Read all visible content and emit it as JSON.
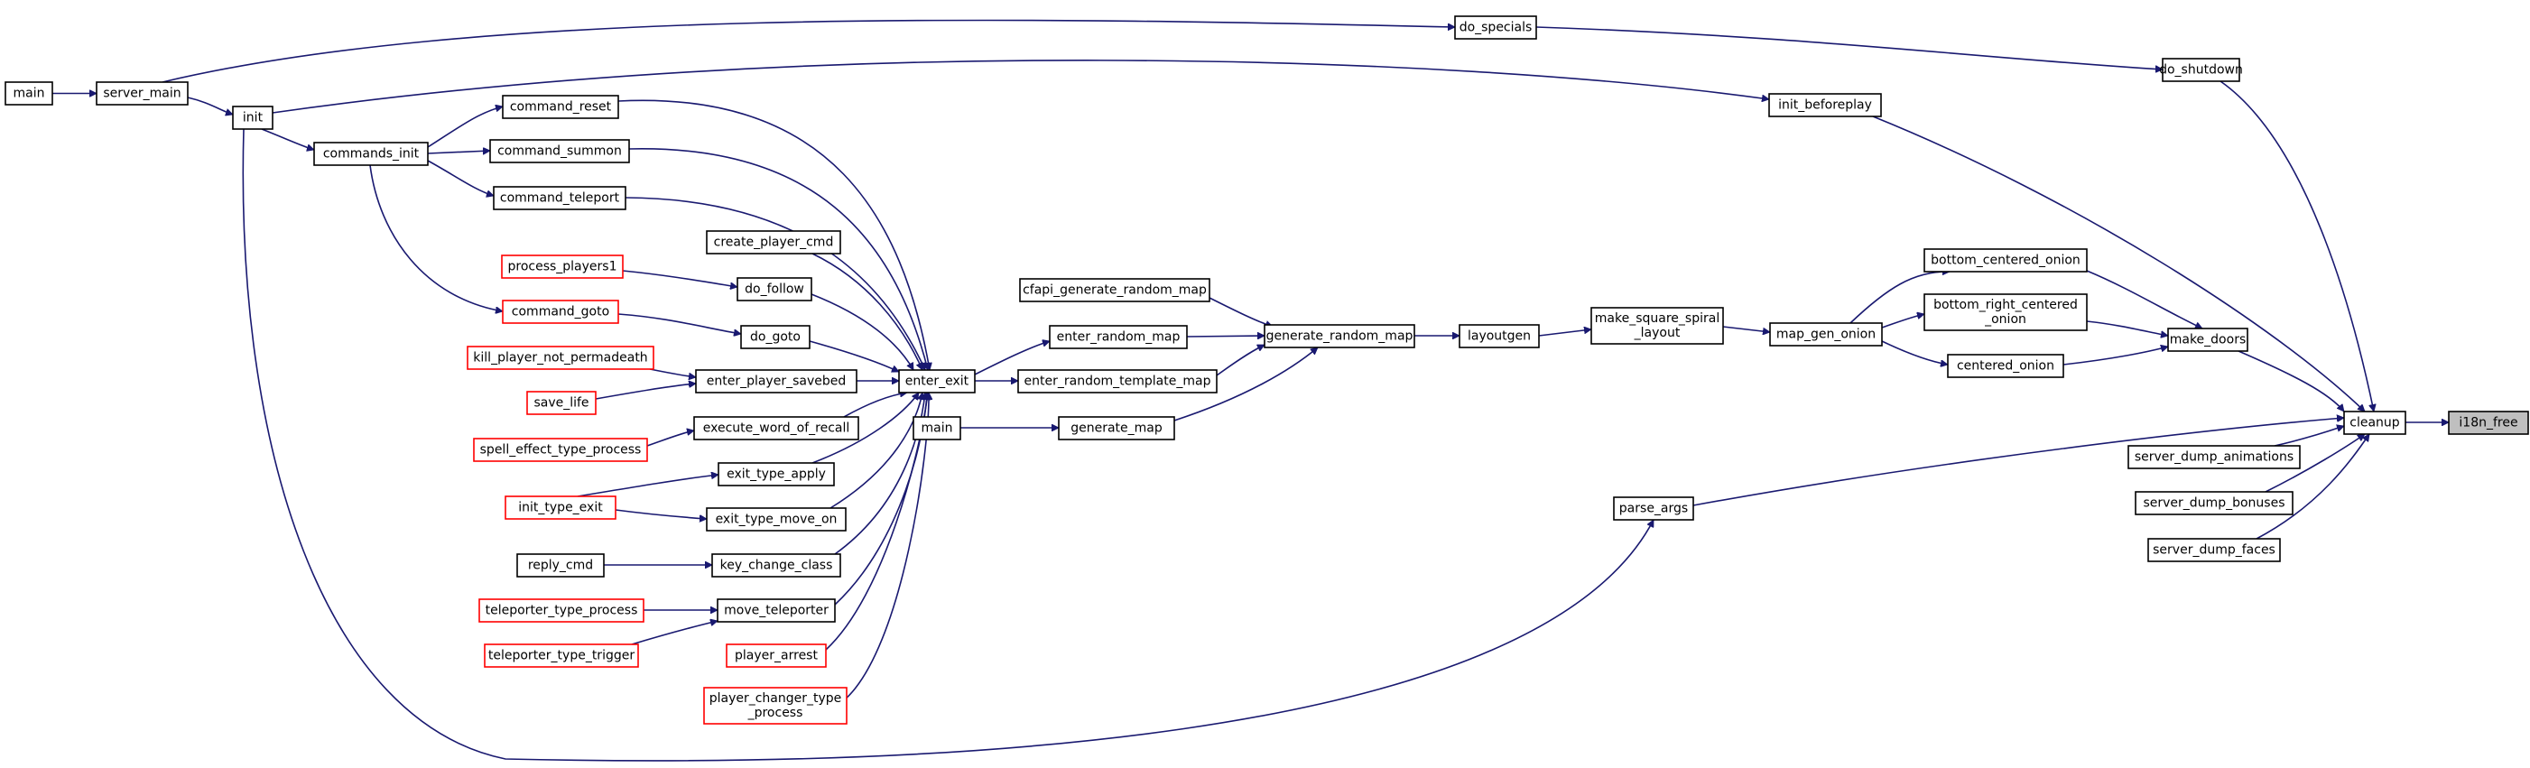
{
  "graph": {
    "title": "",
    "focus_node": "i18n_free",
    "colors": {
      "edge": "#191970",
      "box_border": "#000000",
      "truncated_border": "#ff0000",
      "focus_fill": "#bfbfbf"
    },
    "nodes": [
      {
        "id": "i18n_free",
        "label": "i18n_free",
        "style": "focus"
      },
      {
        "id": "cleanup",
        "label": "cleanup",
        "style": "normal"
      },
      {
        "id": "do_shutdown",
        "label": "do_shutdown",
        "style": "normal"
      },
      {
        "id": "do_specials",
        "label": "do_specials",
        "style": "normal"
      },
      {
        "id": "server_main",
        "label": "server_main",
        "style": "normal"
      },
      {
        "id": "main1",
        "label": "main",
        "style": "normal"
      },
      {
        "id": "init",
        "label": "init",
        "style": "normal"
      },
      {
        "id": "init_beforeplay",
        "label": "init_beforeplay",
        "style": "normal"
      },
      {
        "id": "make_doors",
        "label": "make_doors",
        "style": "normal"
      },
      {
        "id": "bottom_centered_onion",
        "label": "bottom_centered_onion",
        "style": "normal"
      },
      {
        "id": "bottom_right_centered_onion",
        "label": "bottom_right_centered\n_onion",
        "style": "normal"
      },
      {
        "id": "centered_onion",
        "label": "centered_onion",
        "style": "normal"
      },
      {
        "id": "map_gen_onion",
        "label": "map_gen_onion",
        "style": "normal"
      },
      {
        "id": "make_square_spiral_layout",
        "label": "make_square_spiral\n_layout",
        "style": "normal"
      },
      {
        "id": "layoutgen",
        "label": "layoutgen",
        "style": "normal"
      },
      {
        "id": "generate_random_map",
        "label": "generate_random_map",
        "style": "normal"
      },
      {
        "id": "cfapi_generate_random_map",
        "label": "cfapi_generate_random_map",
        "style": "normal"
      },
      {
        "id": "enter_random_map",
        "label": "enter_random_map",
        "style": "normal"
      },
      {
        "id": "enter_random_template_map",
        "label": "enter_random_template_map",
        "style": "normal"
      },
      {
        "id": "generate_map",
        "label": "generate_map",
        "style": "normal"
      },
      {
        "id": "main2",
        "label": "main",
        "style": "normal"
      },
      {
        "id": "enter_exit",
        "label": "enter_exit",
        "style": "normal"
      },
      {
        "id": "commands_init",
        "label": "commands_init",
        "style": "normal"
      },
      {
        "id": "command_reset",
        "label": "command_reset",
        "style": "normal"
      },
      {
        "id": "command_summon",
        "label": "command_summon",
        "style": "normal"
      },
      {
        "id": "command_teleport",
        "label": "command_teleport",
        "style": "normal"
      },
      {
        "id": "command_goto",
        "label": "command_goto",
        "style": "red"
      },
      {
        "id": "process_players1",
        "label": "process_players1",
        "style": "red"
      },
      {
        "id": "create_player_cmd",
        "label": "create_player_cmd",
        "style": "normal"
      },
      {
        "id": "do_follow",
        "label": "do_follow",
        "style": "normal"
      },
      {
        "id": "do_goto",
        "label": "do_goto",
        "style": "normal"
      },
      {
        "id": "kill_player_not_permadeath",
        "label": "kill_player_not_permadeath",
        "style": "red"
      },
      {
        "id": "enter_player_savebed",
        "label": "enter_player_savebed",
        "style": "normal"
      },
      {
        "id": "save_life",
        "label": "save_life",
        "style": "red"
      },
      {
        "id": "spell_effect_type_process",
        "label": "spell_effect_type_process",
        "style": "red"
      },
      {
        "id": "execute_word_of_recall",
        "label": "execute_word_of_recall",
        "style": "normal"
      },
      {
        "id": "exit_type_apply",
        "label": "exit_type_apply",
        "style": "normal"
      },
      {
        "id": "init_type_exit",
        "label": "init_type_exit",
        "style": "red"
      },
      {
        "id": "exit_type_move_on",
        "label": "exit_type_move_on",
        "style": "normal"
      },
      {
        "id": "reply_cmd",
        "label": "reply_cmd",
        "style": "normal"
      },
      {
        "id": "key_change_class",
        "label": "key_change_class",
        "style": "normal"
      },
      {
        "id": "teleporter_type_process",
        "label": "teleporter_type_process",
        "style": "red"
      },
      {
        "id": "teleporter_type_trigger",
        "label": "teleporter_type_trigger",
        "style": "red"
      },
      {
        "id": "move_teleporter",
        "label": "move_teleporter",
        "style": "normal"
      },
      {
        "id": "player_arrest",
        "label": "player_arrest",
        "style": "red"
      },
      {
        "id": "player_changer_type_process",
        "label": "player_changer_type\n_process",
        "style": "red"
      },
      {
        "id": "parse_args",
        "label": "parse_args",
        "style": "normal"
      },
      {
        "id": "server_dump_animations",
        "label": "server_dump_animations",
        "style": "normal"
      },
      {
        "id": "server_dump_bonuses",
        "label": "server_dump_bonuses",
        "style": "normal"
      },
      {
        "id": "server_dump_faces",
        "label": "server_dump_faces",
        "style": "normal"
      }
    ],
    "edges": [
      {
        "from": "main1",
        "to": "server_main"
      },
      {
        "from": "server_main",
        "to": "do_specials"
      },
      {
        "from": "server_main",
        "to": "init"
      },
      {
        "from": "do_specials",
        "to": "do_shutdown"
      },
      {
        "from": "do_shutdown",
        "to": "cleanup"
      },
      {
        "from": "init",
        "to": "init_beforeplay"
      },
      {
        "from": "init",
        "to": "commands_init"
      },
      {
        "from": "init",
        "to": "parse_args"
      },
      {
        "from": "init_beforeplay",
        "to": "cleanup"
      },
      {
        "from": "commands_init",
        "to": "command_reset"
      },
      {
        "from": "commands_init",
        "to": "command_summon"
      },
      {
        "from": "commands_init",
        "to": "command_teleport"
      },
      {
        "from": "commands_init",
        "to": "command_goto"
      },
      {
        "from": "command_reset",
        "to": "enter_exit"
      },
      {
        "from": "command_summon",
        "to": "enter_exit"
      },
      {
        "from": "command_teleport",
        "to": "enter_exit"
      },
      {
        "from": "create_player_cmd",
        "to": "enter_exit"
      },
      {
        "from": "process_players1",
        "to": "do_follow"
      },
      {
        "from": "do_follow",
        "to": "enter_exit"
      },
      {
        "from": "command_goto",
        "to": "do_goto"
      },
      {
        "from": "do_goto",
        "to": "enter_exit"
      },
      {
        "from": "kill_player_not_permadeath",
        "to": "enter_player_savebed"
      },
      {
        "from": "save_life",
        "to": "enter_player_savebed"
      },
      {
        "from": "enter_player_savebed",
        "to": "enter_exit"
      },
      {
        "from": "spell_effect_type_process",
        "to": "execute_word_of_recall"
      },
      {
        "from": "execute_word_of_recall",
        "to": "enter_exit"
      },
      {
        "from": "init_type_exit",
        "to": "exit_type_apply"
      },
      {
        "from": "init_type_exit",
        "to": "exit_type_move_on"
      },
      {
        "from": "exit_type_apply",
        "to": "enter_exit"
      },
      {
        "from": "exit_type_move_on",
        "to": "enter_exit"
      },
      {
        "from": "reply_cmd",
        "to": "key_change_class"
      },
      {
        "from": "key_change_class",
        "to": "enter_exit"
      },
      {
        "from": "teleporter_type_process",
        "to": "move_teleporter"
      },
      {
        "from": "teleporter_type_trigger",
        "to": "move_teleporter"
      },
      {
        "from": "move_teleporter",
        "to": "enter_exit"
      },
      {
        "from": "player_arrest",
        "to": "enter_exit"
      },
      {
        "from": "player_changer_type_process",
        "to": "enter_exit"
      },
      {
        "from": "enter_exit",
        "to": "enter_random_map"
      },
      {
        "from": "enter_exit",
        "to": "enter_random_template_map"
      },
      {
        "from": "enter_random_map",
        "to": "generate_random_map"
      },
      {
        "from": "enter_random_template_map",
        "to": "generate_random_map"
      },
      {
        "from": "cfapi_generate_random_map",
        "to": "generate_random_map"
      },
      {
        "from": "main2",
        "to": "generate_map"
      },
      {
        "from": "generate_map",
        "to": "generate_random_map"
      },
      {
        "from": "generate_random_map",
        "to": "layoutgen"
      },
      {
        "from": "layoutgen",
        "to": "make_square_spiral_layout"
      },
      {
        "from": "make_square_spiral_layout",
        "to": "map_gen_onion"
      },
      {
        "from": "map_gen_onion",
        "to": "bottom_centered_onion"
      },
      {
        "from": "map_gen_onion",
        "to": "bottom_right_centered_onion"
      },
      {
        "from": "map_gen_onion",
        "to": "centered_onion"
      },
      {
        "from": "bottom_centered_onion",
        "to": "make_doors"
      },
      {
        "from": "bottom_right_centered_onion",
        "to": "make_doors"
      },
      {
        "from": "centered_onion",
        "to": "make_doors"
      },
      {
        "from": "make_doors",
        "to": "cleanup"
      },
      {
        "from": "parse_args",
        "to": "cleanup"
      },
      {
        "from": "server_dump_animations",
        "to": "cleanup"
      },
      {
        "from": "server_dump_bonuses",
        "to": "cleanup"
      },
      {
        "from": "server_dump_faces",
        "to": "cleanup"
      },
      {
        "from": "cleanup",
        "to": "i18n_free"
      }
    ]
  }
}
